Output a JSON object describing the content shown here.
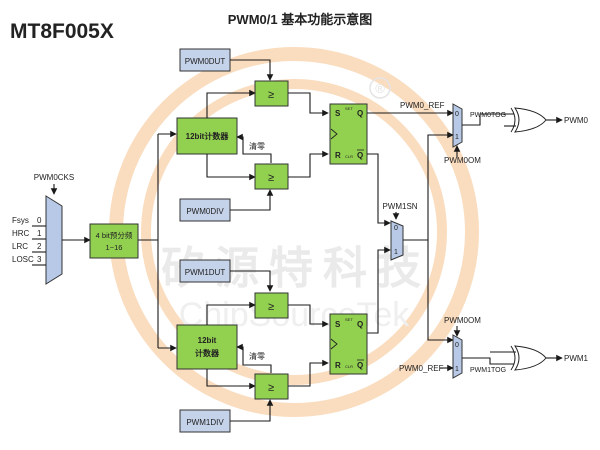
{
  "part_number": "MT8F005X",
  "title": "PWM0/1 基本功能示意图",
  "watermark": {
    "cn": "矽源特科技",
    "en": "ChipSourceTek",
    "registered": "®"
  },
  "clock_select": {
    "label": "PWM0CKS",
    "inputs": [
      {
        "name": "Fsys",
        "index": "0"
      },
      {
        "name": "HRC",
        "index": "1"
      },
      {
        "name": "LRC",
        "index": "2"
      },
      {
        "name": "LOSC",
        "index": "3"
      }
    ]
  },
  "prescaler": {
    "line1": "4 bit预分频",
    "line2": "1~16"
  },
  "channel0": {
    "dut": "PWM0DUT",
    "div": "PWM0DIV",
    "counter_line1": "12bit计数器",
    "clear": "清零",
    "comparator": "≥",
    "ff": {
      "s": "S",
      "r": "R",
      "q": "Q",
      "qbar": "Q",
      "set_tag": "SET",
      "clr_tag": "CLR"
    },
    "ref": "PWM0_REF",
    "mux_sel": "PWM0OM",
    "tog": "PWM0TOG",
    "out": "PWM0"
  },
  "channel1": {
    "dut": "PWM1DUT",
    "div": "PWM1DIV",
    "counter_line1": "12bit",
    "counter_line2": "计数器",
    "clear": "清零",
    "comparator": "≥",
    "ff": {
      "s": "S",
      "r": "R",
      "q": "Q",
      "qbar": "Q",
      "set_tag": "SET",
      "clr_tag": "CLR"
    },
    "ref": "PWM0_REF",
    "mux_sel": "PWM0OM",
    "tog": "PWM1TOG",
    "out": "PWM1"
  },
  "mux_sn": {
    "label": "PWM1SN",
    "in0": "0",
    "in1": "1"
  },
  "mux_labels": {
    "zero": "0",
    "one": "1"
  },
  "colors": {
    "green": "#92D050",
    "blue": "#C5D3EA",
    "mux": "#B7C9E6",
    "watermark": "#F6C08A"
  }
}
